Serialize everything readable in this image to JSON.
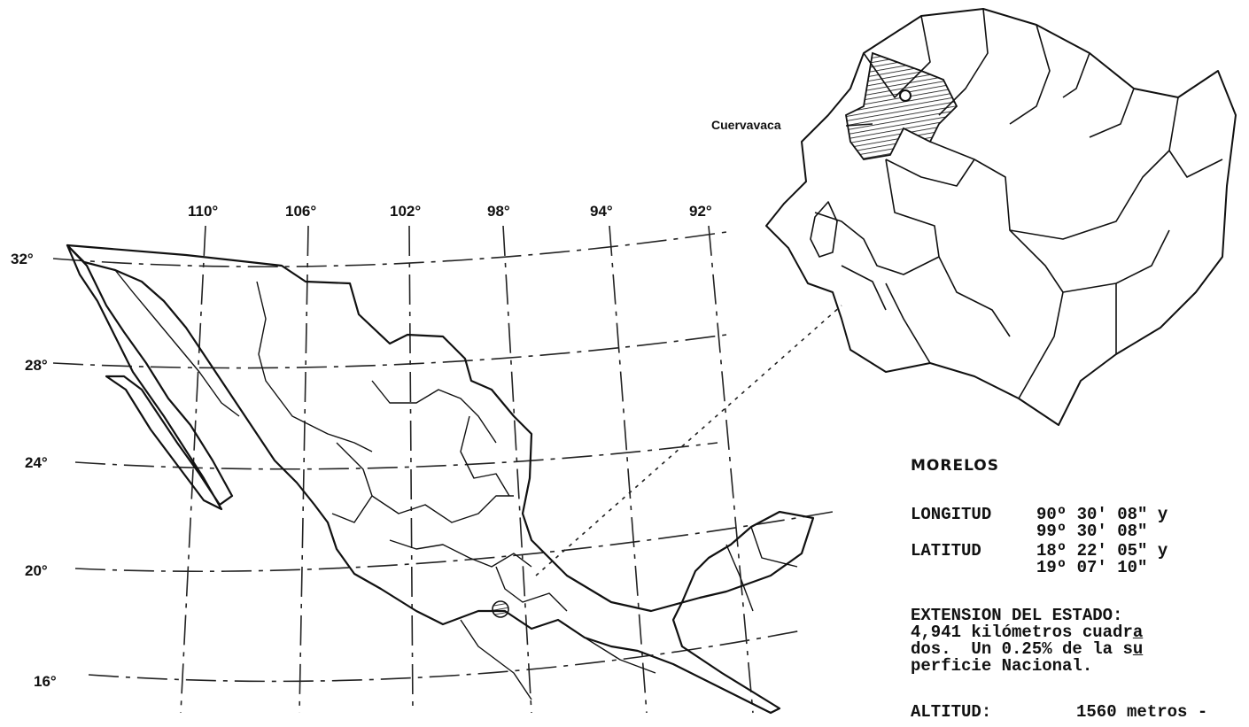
{
  "map": {
    "longitude_labels": [
      "110°",
      "106°",
      "102°",
      "98°",
      "94°",
      "92°"
    ],
    "latitude_labels": [
      "32°",
      "28°",
      "24°",
      "20°",
      "16°"
    ],
    "inset_city_label": "Cuervavaca"
  },
  "info": {
    "state_title": "MORELOS",
    "longitud_label": "LONGITUD",
    "longitud_value_1": "90º 30' 08\" y",
    "longitud_value_2": "99º 30' 08\"",
    "latitud_label": "LATITUD",
    "latitud_value_1": "18º 22' 05\" y",
    "latitud_value_2": "19º 07' 10\"",
    "extension_heading": "EXTENSION DEL ESTADO:",
    "extension_line1_a": "4,941 kilómetros cuadr",
    "extension_line1_b": "a",
    "extension_line2_a": "dos.  Un 0.25% de la s",
    "extension_line2_b": "u",
    "extension_line3": "perficie Nacional.",
    "altitud_label": "ALTITUD:",
    "altitud_value": "1560 metros -"
  }
}
